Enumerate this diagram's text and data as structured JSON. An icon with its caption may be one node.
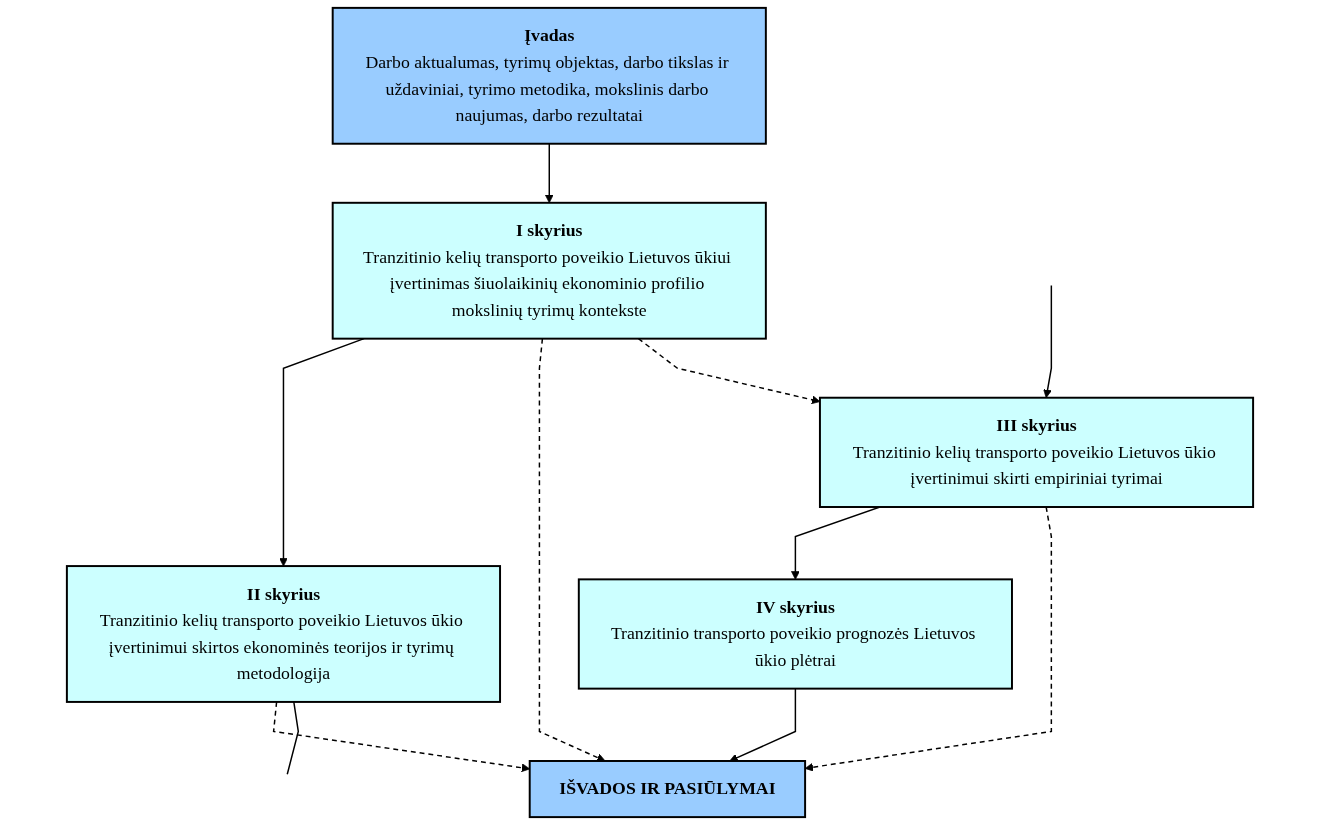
{
  "diagram": {
    "nodes": [
      {
        "text": [
          "Įvadas",
          "Darbo aktualumas, tyrimų objektas, darbo tikslas ir uždaviniai, tyrimo metodika, mokslinis darbo naujumas, darbo rezultatai"
        ]
      },
      {
        "text": [
          "IŠVADOS IR PASIŪLYMAI"
        ]
      },
      {
        "text": [
          "I skyrius",
          "Tranzitinio kelių transporto poveikio Lietuvos ūkiui įvertinimas šiuolaikinių ekonominio profilio mokslinių tyrimų kontekste"
        ]
      },
      {
        "text": [
          "IV skyrius",
          "Tranzitinio transporto poveikio prognozės Lietuvos ūkio plėtrai"
        ]
      },
      {
        "text": [
          "II skyrius",
          "Tranzitinio kelių transporto poveikio Lietuvos ūkio įvertinimui skirtos ekonominės teorijos ir tyrimų metodologija"
        ]
      },
      {
        "text": [
          "III skyrius",
          "Tranzitinio kelių transporto poveikio Lietuvos ūkio įvertinimui skirti empiriniai tyrimai"
        ]
      }
    ],
    "edges": [
      {
        "from": 0,
        "to": 2,
        "arrow": "to"
      },
      {
        "from": 2,
        "to": 4,
        "arrow": "to"
      },
      {
        "from": 2,
        "to": 1,
        "arrow": "to",
        "style": "dashed"
      },
      {
        "from": 2,
        "to": 5,
        "arrow": "to",
        "style": "dashed"
      },
      {
        "from": 4,
        "to": 1,
        "arrow": "to",
        "style": "dashed"
      },
      {
        "from": 4,
        "to": null,
        "arrow": "none"
      },
      {
        "from": null,
        "to": 5,
        "arrow": "to"
      },
      {
        "from": 5,
        "to": 3,
        "arrow": "to"
      },
      {
        "from": 3,
        "to": 1,
        "arrow": "to"
      },
      {
        "from": 5,
        "to": 1,
        "arrow": "to",
        "style": "dashed"
      }
    ]
  }
}
